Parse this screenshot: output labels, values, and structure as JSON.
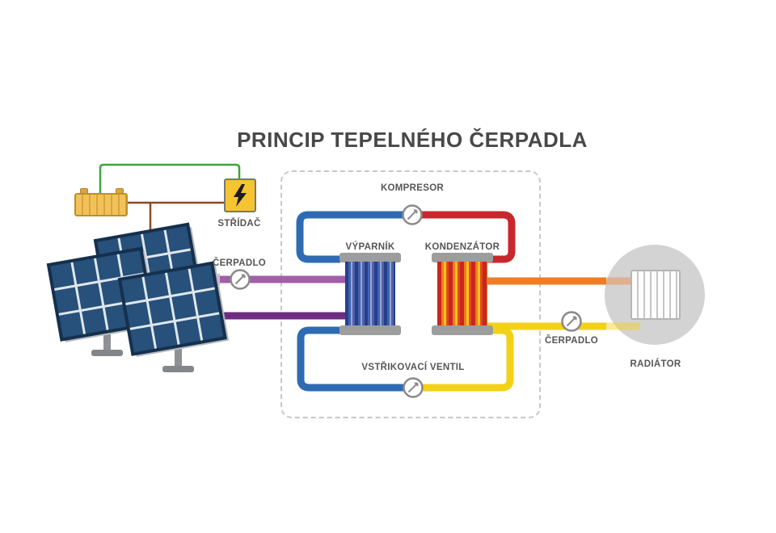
{
  "labels": {
    "title": "PRINCIP TEPELNÉHO ČERPADLA",
    "kompresor": "KOMPRESOR",
    "vyparnik": "VÝPARNÍK",
    "kondenzator": "KONDENZÁTOR",
    "vstrikovaci_ventil": "VSTŘIKOVACÍ VENTIL",
    "cerpadlo_left": "ČERPADLO",
    "cerpadlo_right": "ČERPADLO",
    "stridac": "STŘÍDAČ",
    "radiator": "RADIÁTOR"
  },
  "colors": {
    "cold_pipe": "#2f6bb2",
    "hot_pipe": "#c8282d",
    "heating_supply_pipe": "#ef7d25",
    "heating_return_pipe": "#f3d117",
    "brine_supply_pipe": "#a15fa8",
    "brine_return_pipe": "#6e2d80",
    "green_wire": "#3da43d",
    "brown_wire": "#8b4a21",
    "inverter_yellow": "#f6c331",
    "battery_yellow": "#f2c25a",
    "radiator_circle_gray": "#d3d3d3",
    "solar_panel_blue": "#27507a"
  }
}
